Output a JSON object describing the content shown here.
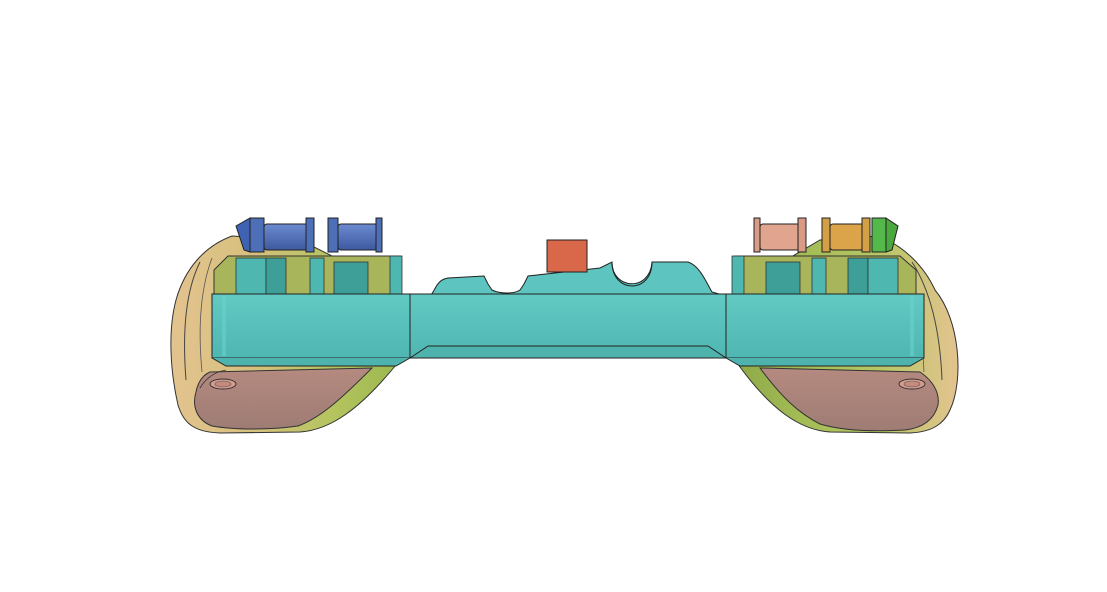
{
  "scene": {
    "background": "#ffffff",
    "colors": {
      "frame": "#5ec4bf",
      "frame_dark": "#3fa6a1",
      "frame_shadow": "#2e8f8a",
      "grip_tan": "#dcc38c",
      "grip_green": "#a6c45c",
      "grip_olive": "#8fa34a",
      "pad_rose": "#a97f78",
      "button_blue": "#4d6fb8",
      "button_salmon": "#d99a86",
      "button_amber": "#d4a046",
      "button_green": "#55b84a",
      "center_block": "#d9674a",
      "outline": "#222222"
    },
    "parts": [
      "left-grip",
      "right-grip",
      "center-bridge",
      "top-center-block",
      "left-shoulder-buttons",
      "right-shoulder-buttons"
    ]
  }
}
